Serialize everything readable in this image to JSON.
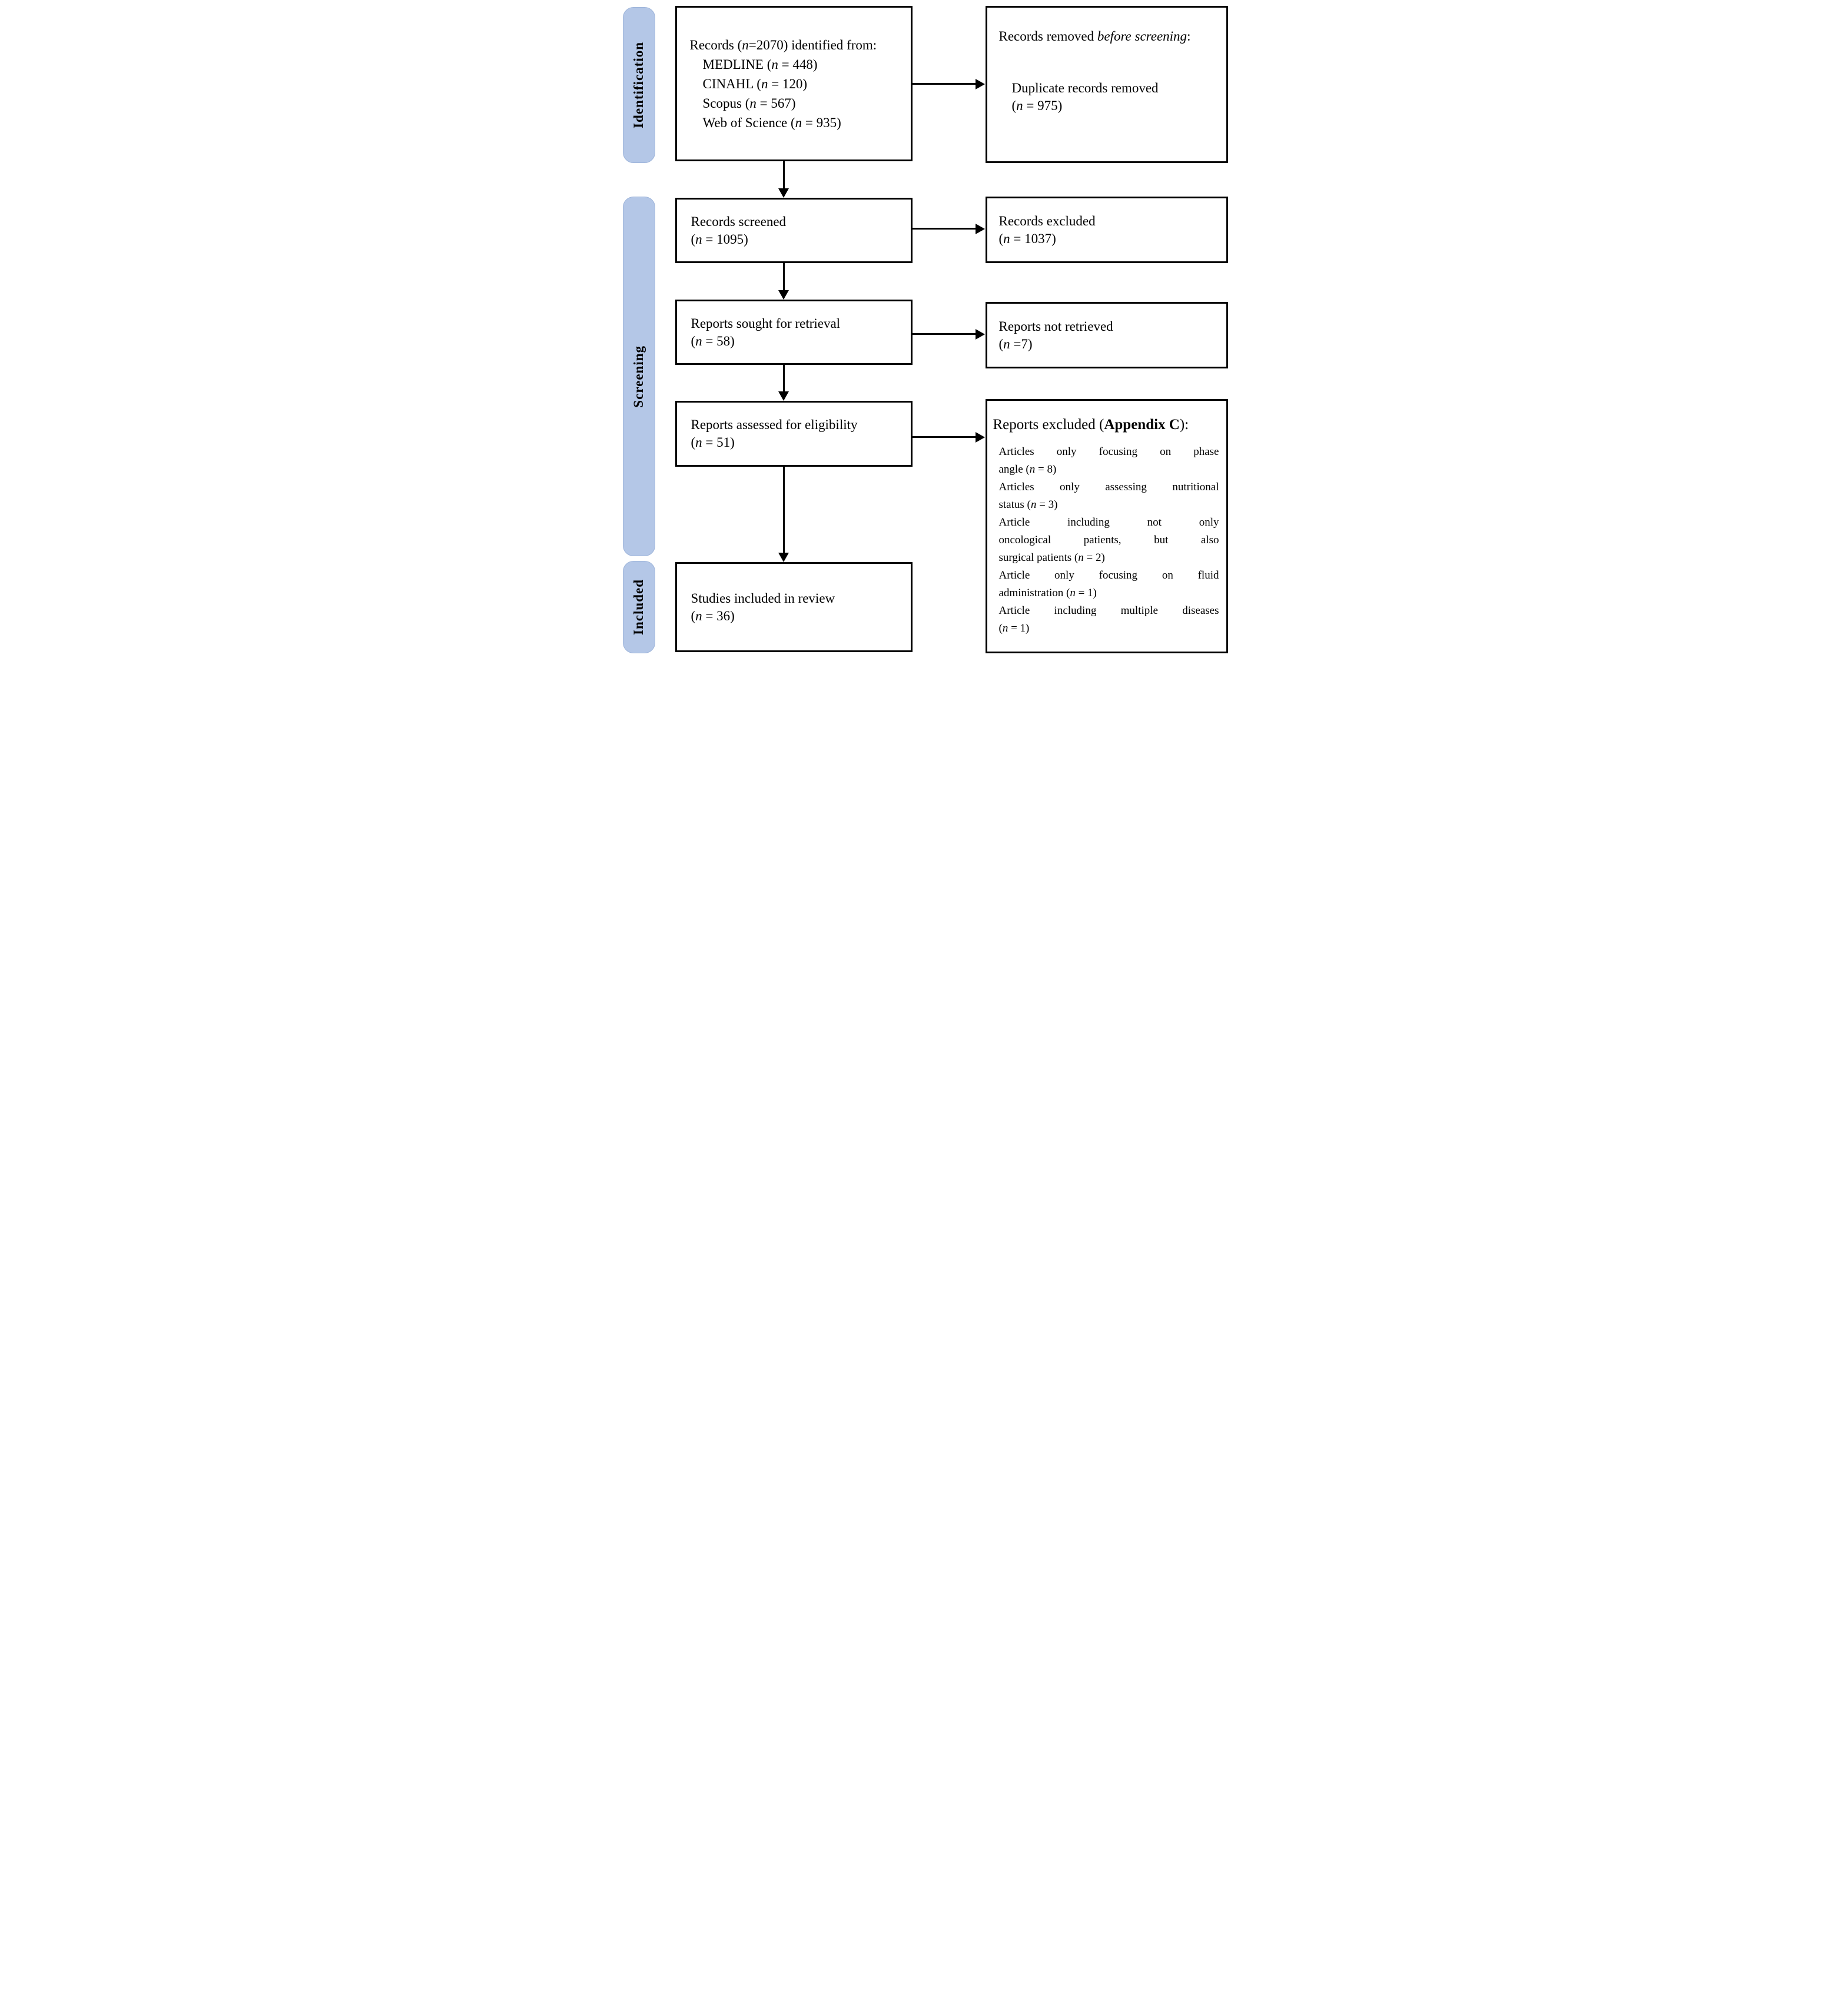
{
  "colors": {
    "sidebar_fill": "#b4c7e7",
    "sidebar_border": "#9cb3d9",
    "box_border": "#000000",
    "text": "#000000",
    "background": "#ffffff"
  },
  "sidebar": {
    "labels": [
      {
        "id": "identification",
        "text": "Identification"
      },
      {
        "id": "screening",
        "text": "Screening"
      },
      {
        "id": "included",
        "text": "Included"
      }
    ]
  },
  "boxes": {
    "identified": {
      "lines": [
        {
          "segs": [
            {
              "t": "Records ("
            },
            {
              "t": "n",
              "i": true
            },
            {
              "t": "=2070) identified from:"
            }
          ]
        },
        {
          "indent": true,
          "segs": [
            {
              "t": "MEDLINE ("
            },
            {
              "t": "n",
              "i": true
            },
            {
              "t": " = 448)"
            }
          ]
        },
        {
          "indent": true,
          "segs": [
            {
              "t": "CINAHL ("
            },
            {
              "t": "n",
              "i": true
            },
            {
              "t": " = 120)"
            }
          ]
        },
        {
          "indent": true,
          "segs": [
            {
              "t": "Scopus ("
            },
            {
              "t": "n",
              "i": true
            },
            {
              "t": " = 567)"
            }
          ]
        },
        {
          "indent": true,
          "segs": [
            {
              "t": "Web of Science ("
            },
            {
              "t": "n",
              "i": true
            },
            {
              "t": " = 935)"
            }
          ]
        }
      ]
    },
    "removed_before_screening": {
      "lines": [
        {
          "segs": [
            {
              "t": "Records removed "
            },
            {
              "t": "before screening",
              "i": true
            },
            {
              "t": ":"
            }
          ]
        },
        {
          "indent": true,
          "gap": true,
          "segs": [
            {
              "t": "Duplicate records removed"
            }
          ]
        },
        {
          "indent": true,
          "segs": [
            {
              "t": "("
            },
            {
              "t": "n",
              "i": true
            },
            {
              "t": " = 975)"
            }
          ]
        }
      ]
    },
    "screened": {
      "lines": [
        {
          "segs": [
            {
              "t": "Records screened"
            }
          ]
        },
        {
          "segs": [
            {
              "t": "("
            },
            {
              "t": "n",
              "i": true
            },
            {
              "t": " = 1095)"
            }
          ]
        }
      ]
    },
    "records_excluded": {
      "lines": [
        {
          "segs": [
            {
              "t": "Records excluded"
            }
          ]
        },
        {
          "segs": [
            {
              "t": "("
            },
            {
              "t": "n",
              "i": true
            },
            {
              "t": " = 1037)"
            }
          ]
        }
      ]
    },
    "sought": {
      "lines": [
        {
          "segs": [
            {
              "t": "Reports sought for retrieval"
            }
          ]
        },
        {
          "segs": [
            {
              "t": "("
            },
            {
              "t": "n",
              "i": true
            },
            {
              "t": " = 58)"
            }
          ]
        }
      ]
    },
    "not_retrieved": {
      "lines": [
        {
          "segs": [
            {
              "t": "Reports not retrieved"
            }
          ]
        },
        {
          "segs": [
            {
              "t": "("
            },
            {
              "t": "n",
              "i": true
            },
            {
              "t": " =7)"
            }
          ]
        }
      ]
    },
    "assessed": {
      "lines": [
        {
          "segs": [
            {
              "t": "Reports assessed for eligibility"
            }
          ]
        },
        {
          "segs": [
            {
              "t": " ("
            },
            {
              "t": "n",
              "i": true
            },
            {
              "t": " = 51)"
            }
          ]
        }
      ]
    },
    "excluded_reports": {
      "lines": [
        {
          "hdr": true,
          "segs": [
            {
              "t": "Reports excluded ("
            },
            {
              "t": "Appendix C",
              "b": true
            },
            {
              "t": "):"
            }
          ]
        },
        {
          "indent": true,
          "gap": true,
          "jl": true,
          "segs": [
            {
              "t": "Articles only focusing on phase"
            }
          ]
        },
        {
          "indent": true,
          "segs": [
            {
              "t": "angle ("
            },
            {
              "t": "n",
              "i": true
            },
            {
              "t": " = 8)"
            }
          ]
        },
        {
          "indent": true,
          "jl": true,
          "segs": [
            {
              "t": "Articles only assessing nutritional"
            }
          ]
        },
        {
          "indent": true,
          "segs": [
            {
              "t": "status ("
            },
            {
              "t": "n",
              "i": true
            },
            {
              "t": " = 3)"
            }
          ]
        },
        {
          "indent": true,
          "jl": true,
          "segs": [
            {
              "t": "Article including not only"
            }
          ]
        },
        {
          "indent": true,
          "jl": true,
          "segs": [
            {
              "t": "oncological patients, but also"
            }
          ]
        },
        {
          "indent": true,
          "segs": [
            {
              "t": "surgical patients ("
            },
            {
              "t": "n",
              "i": true
            },
            {
              "t": " = 2)"
            }
          ]
        },
        {
          "indent": true,
          "jl": true,
          "segs": [
            {
              "t": "Article only focusing on fluid"
            }
          ]
        },
        {
          "indent": true,
          "segs": [
            {
              "t": "administration ("
            },
            {
              "t": "n",
              "i": true
            },
            {
              "t": " = 1)"
            }
          ]
        },
        {
          "indent": true,
          "jl": true,
          "segs": [
            {
              "t": "Article including multiple diseases"
            }
          ]
        },
        {
          "indent": true,
          "segs": [
            {
              "t": "("
            },
            {
              "t": "n",
              "i": true
            },
            {
              "t": " = 1)"
            }
          ]
        }
      ]
    },
    "included_in_review": {
      "lines": [
        {
          "segs": [
            {
              "t": "Studies included in review"
            }
          ]
        },
        {
          "segs": [
            {
              "t": "("
            },
            {
              "t": "n",
              "i": true
            },
            {
              "t": " = 36)"
            }
          ]
        }
      ]
    }
  },
  "arrows": [
    {
      "from": "records-identified",
      "to": "records-removed-before-screening",
      "dir": "right"
    },
    {
      "from": "records-identified",
      "to": "records-screened",
      "dir": "down"
    },
    {
      "from": "records-screened",
      "to": "records-excluded",
      "dir": "right"
    },
    {
      "from": "records-screened",
      "to": "reports-sought-for-retrieval",
      "dir": "down"
    },
    {
      "from": "reports-sought-for-retrieval",
      "to": "reports-not-retrieved",
      "dir": "right"
    },
    {
      "from": "reports-sought-for-retrieval",
      "to": "reports-assessed-for-eligibility",
      "dir": "down"
    },
    {
      "from": "reports-assessed-for-eligibility",
      "to": "reports-excluded-appendix-c",
      "dir": "right"
    },
    {
      "from": "reports-assessed-for-eligibility",
      "to": "studies-included-in-review",
      "dir": "down"
    }
  ]
}
